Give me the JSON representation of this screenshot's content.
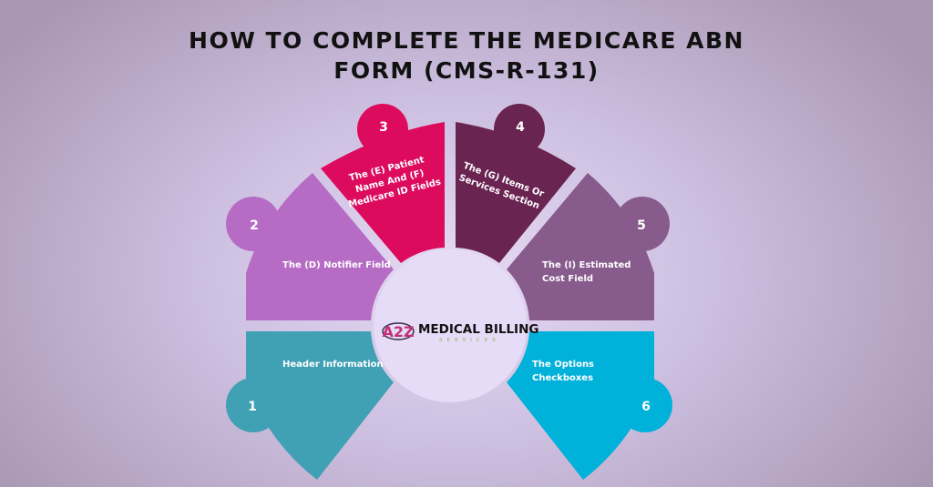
{
  "title": {
    "line1": "HOW TO COMPLETE THE MEDICARE ABN",
    "line2": "FORM (CMS-R-131)"
  },
  "steps": [
    {
      "number": "1",
      "lines": [
        "Header Information"
      ],
      "color": "#40a0b4"
    },
    {
      "number": "2",
      "lines": [
        "The (D) Notifier Field"
      ],
      "color": "#b66cc5"
    },
    {
      "number": "3",
      "lines": [
        "The (E) Patient",
        "Name And (F)",
        "Medicare ID Fields"
      ],
      "color": "#dc0b5e"
    },
    {
      "number": "4",
      "lines": [
        "The (G) Items Or",
        "Services Section"
      ],
      "color": "#6a2451"
    },
    {
      "number": "5",
      "lines": [
        "The (I) Estimated",
        "Cost Field"
      ],
      "color": "#885b8d"
    },
    {
      "number": "6",
      "lines": [
        "The Options",
        "Checkboxes"
      ],
      "color": "#00b1d9"
    }
  ],
  "logo": {
    "mark": "A2Z",
    "name": "MEDICAL BILLING",
    "sub": "SERVICES"
  }
}
